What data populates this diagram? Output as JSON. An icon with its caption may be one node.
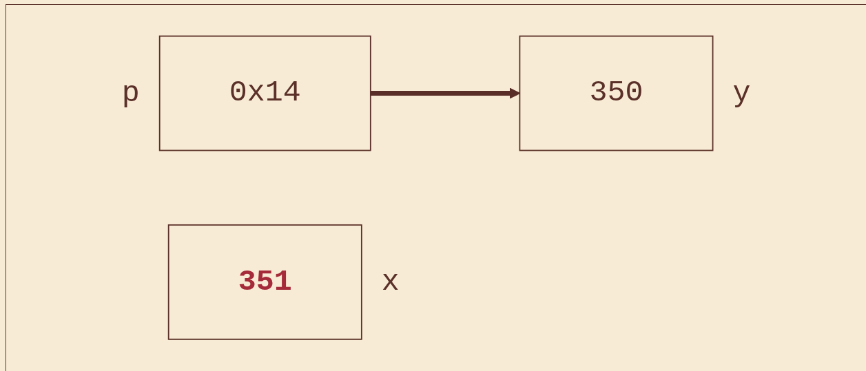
{
  "diagram": {
    "nodes": [
      {
        "text": [
          "0x14"
        ],
        "beside": [
          "p"
        ]
      },
      {
        "text": [
          "351"
        ],
        "beside": [
          "x"
        ]
      },
      {
        "text": [
          "350"
        ],
        "beside": [
          "y"
        ]
      }
    ],
    "edges": [
      {
        "from": 0,
        "to": 2,
        "arrow": "to"
      }
    ]
  }
}
